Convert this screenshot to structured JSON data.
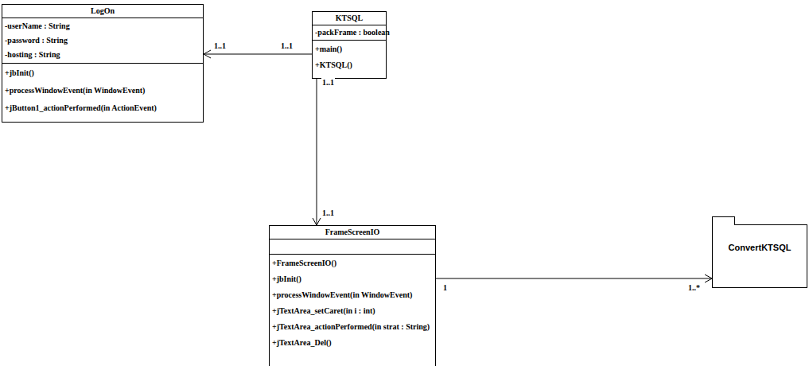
{
  "diagram": {
    "nodes": [
      {
        "text": [
          "LogOn",
          "-userName : String",
          "-password : String",
          "-hosting : String",
          "+jbInit()",
          "+processWindowEvent(in WindowEvent)",
          "+jButton1_actionPerformed(in ActionEvent)"
        ]
      },
      {
        "text": [
          "KTSQL",
          "-packFrame : boolean",
          "+main()",
          "+KTSQL()"
        ]
      },
      {
        "text": [
          "FrameScreenIO",
          "+FrameScreenIO()",
          "+jbInit()",
          "+processWindowEvent(in WindowEvent)",
          "+jTextArea_setCaret(in i : int)",
          "+jTextArea_actionPerformed(in strat : String)",
          "+jTextArea_Del()"
        ]
      },
      {
        "text": [
          "ConvertKTSQL"
        ]
      }
    ],
    "edges": [
      {
        "from": 1,
        "to": 0,
        "arrow": "to"
      },
      {
        "from": 1,
        "to": 2,
        "arrow": "to"
      },
      {
        "from": 2,
        "to": 3,
        "arrow": "to"
      }
    ],
    "labels": [
      "1..1",
      "1..1",
      "1..1",
      "1..1",
      "1",
      "1..*"
    ]
  }
}
